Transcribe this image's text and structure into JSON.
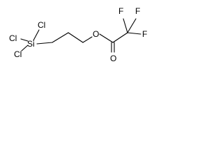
{
  "structure": {
    "atoms": {
      "si": "Si",
      "cl_top": "Cl",
      "cl_left": "Cl",
      "cl_bottom": "Cl",
      "o_ester": "O",
      "o_carbonyl": "O",
      "f_top_left": "F",
      "f_top_right": "F",
      "f_right": "F"
    }
  },
  "colors": {
    "atom_text": "#000000",
    "bond": "#000000",
    "background": "#ffffff"
  }
}
